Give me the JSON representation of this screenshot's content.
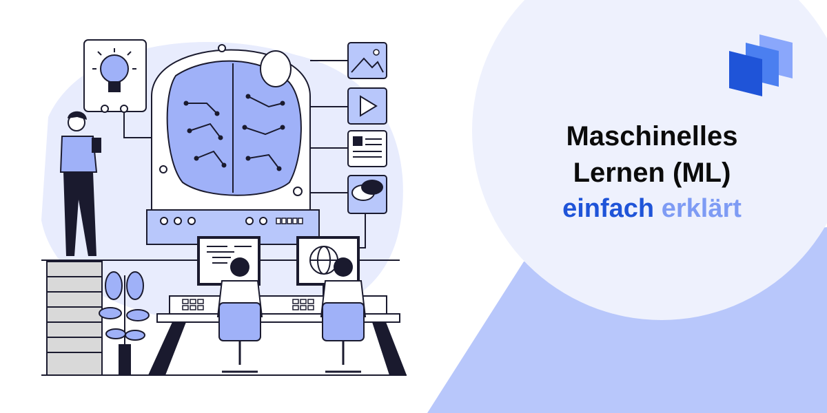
{
  "title": {
    "line1": "Maschinelles",
    "line2": "Lernen (ML)",
    "line3_part1": "einfach",
    "line3_part2": "erklärt"
  },
  "colors": {
    "dark_text": "#0b0b0b",
    "accent_blue": "#1f54d8",
    "accent_light_blue": "#7e9bf4",
    "illustration_fill": "#9fb1f8",
    "circle_bg": "#eef1fd",
    "corner_wedge": "#b8c7fb"
  },
  "icons": [
    "logo-icon",
    "lightbulb-icon",
    "brain-icon",
    "image-icon",
    "play-icon",
    "text-document-icon",
    "chat-bubbles-icon",
    "globe-icon",
    "plant-icon"
  ]
}
